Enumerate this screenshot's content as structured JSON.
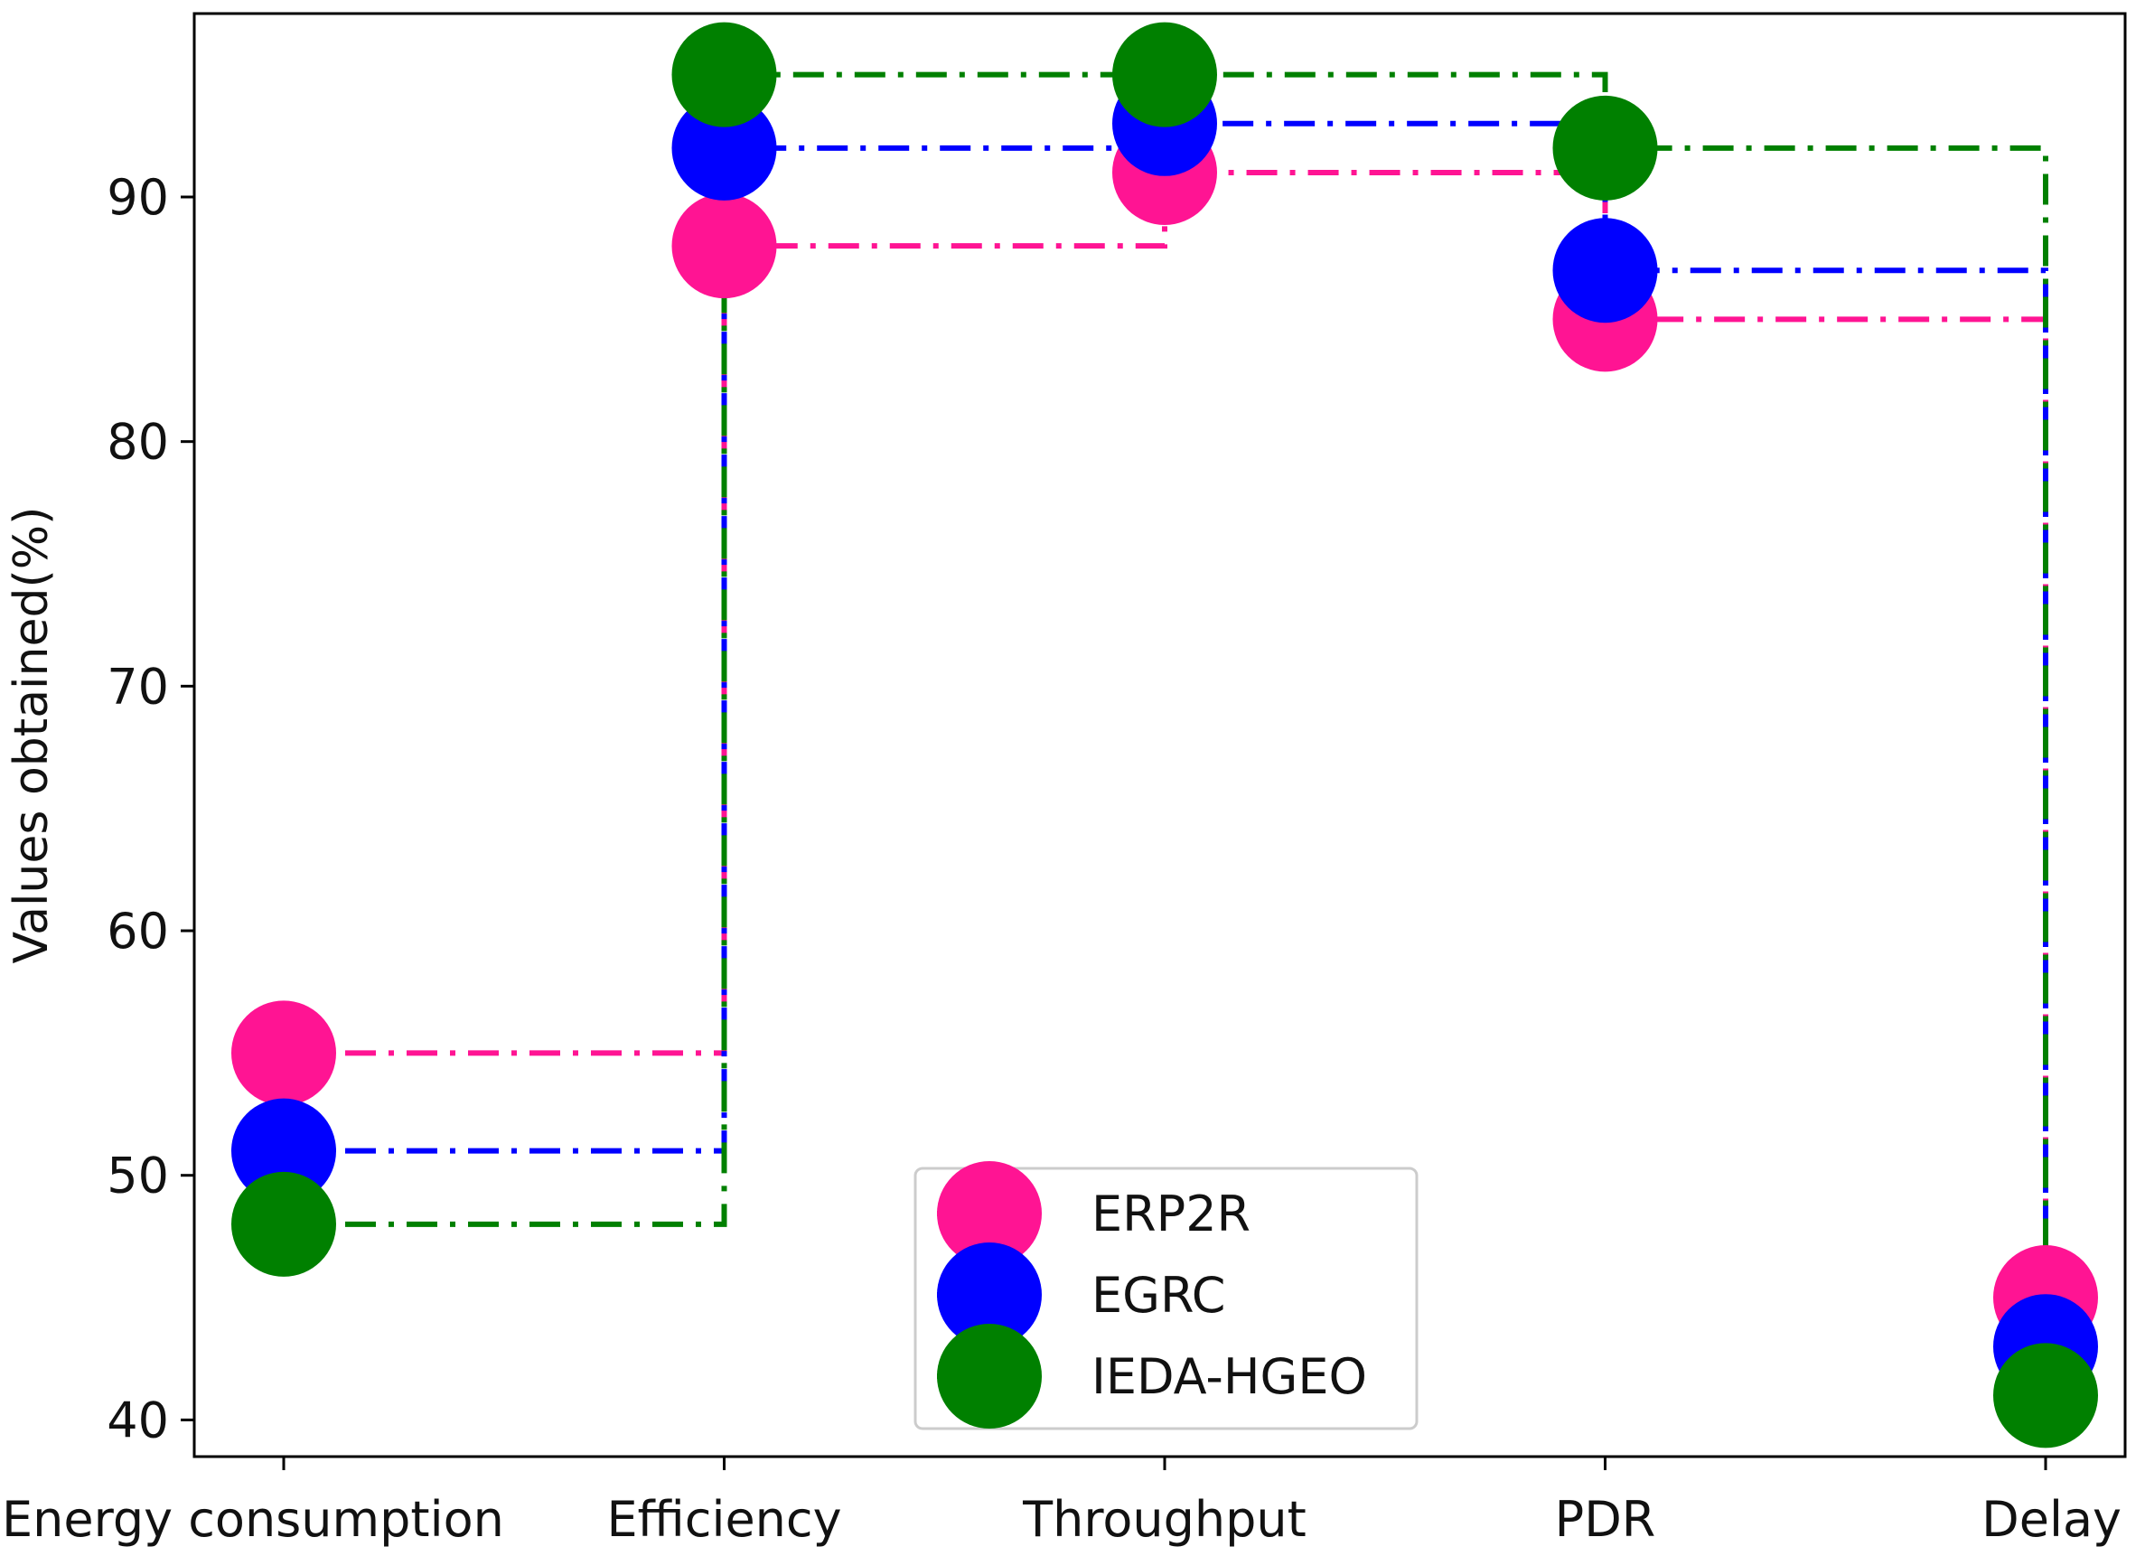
{
  "chart_data": {
    "type": "line",
    "drawstyle": "steps-post",
    "linestyle": "dash-dot",
    "marker": "circle",
    "categories": [
      "Energy consumption",
      "Efficiency",
      "Throughput",
      "PDR",
      "Delay"
    ],
    "xlabel": "",
    "ylabel": "Values obtained(%)",
    "ylim": [
      38.5,
      97.5
    ],
    "yticks": [
      40,
      50,
      60,
      70,
      80,
      90
    ],
    "grid": false,
    "legend_position": "lower-center",
    "series": [
      {
        "name": "ERP2R",
        "color": "#ff1493",
        "values": [
          55,
          88,
          91,
          85,
          45
        ]
      },
      {
        "name": "EGRC",
        "color": "#0000ff",
        "values": [
          51,
          92,
          93,
          87,
          43
        ]
      },
      {
        "name": "IEDA-HGEO",
        "color": "#008000",
        "values": [
          48,
          95,
          95,
          92,
          41
        ]
      }
    ]
  }
}
